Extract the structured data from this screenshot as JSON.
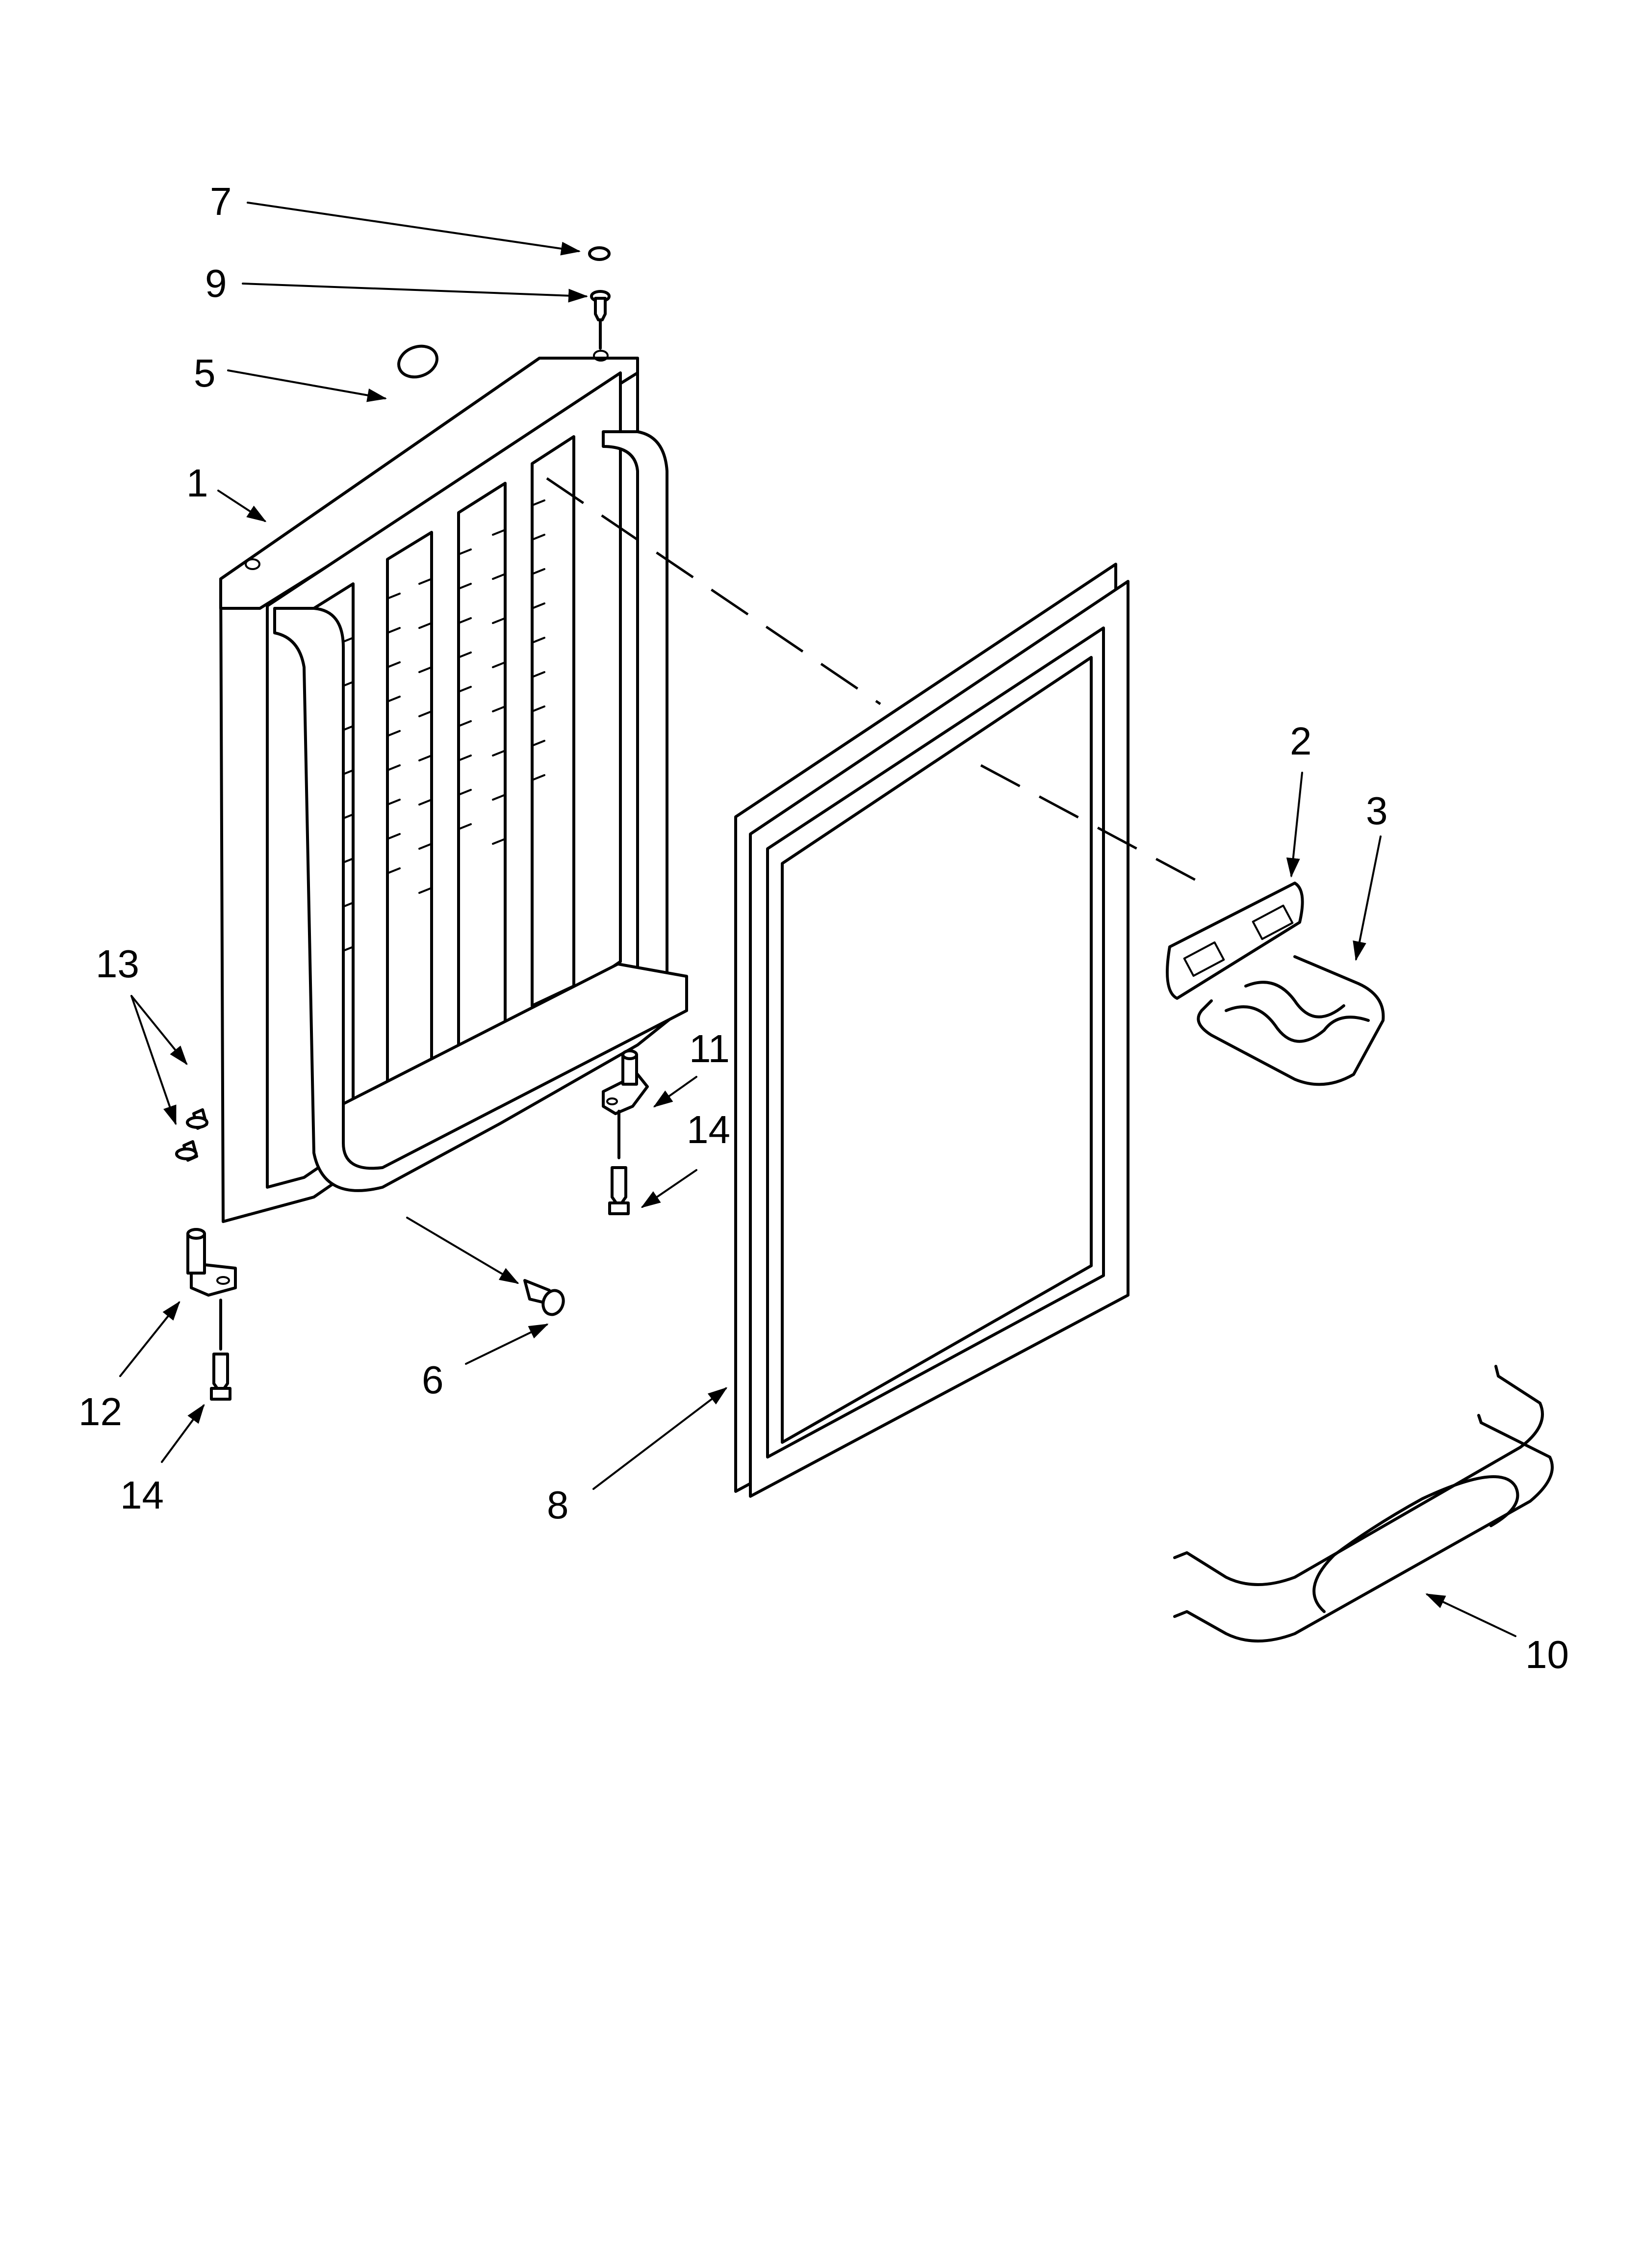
{
  "callouts": {
    "c1": "1",
    "c2": "2",
    "c3": "3",
    "c5": "5",
    "c6": "6",
    "c7": "7",
    "c8": "8",
    "c9": "9",
    "c10": "10",
    "c11": "11",
    "c12": "12",
    "c13": "13",
    "c14a": "14",
    "c14b": "14"
  }
}
